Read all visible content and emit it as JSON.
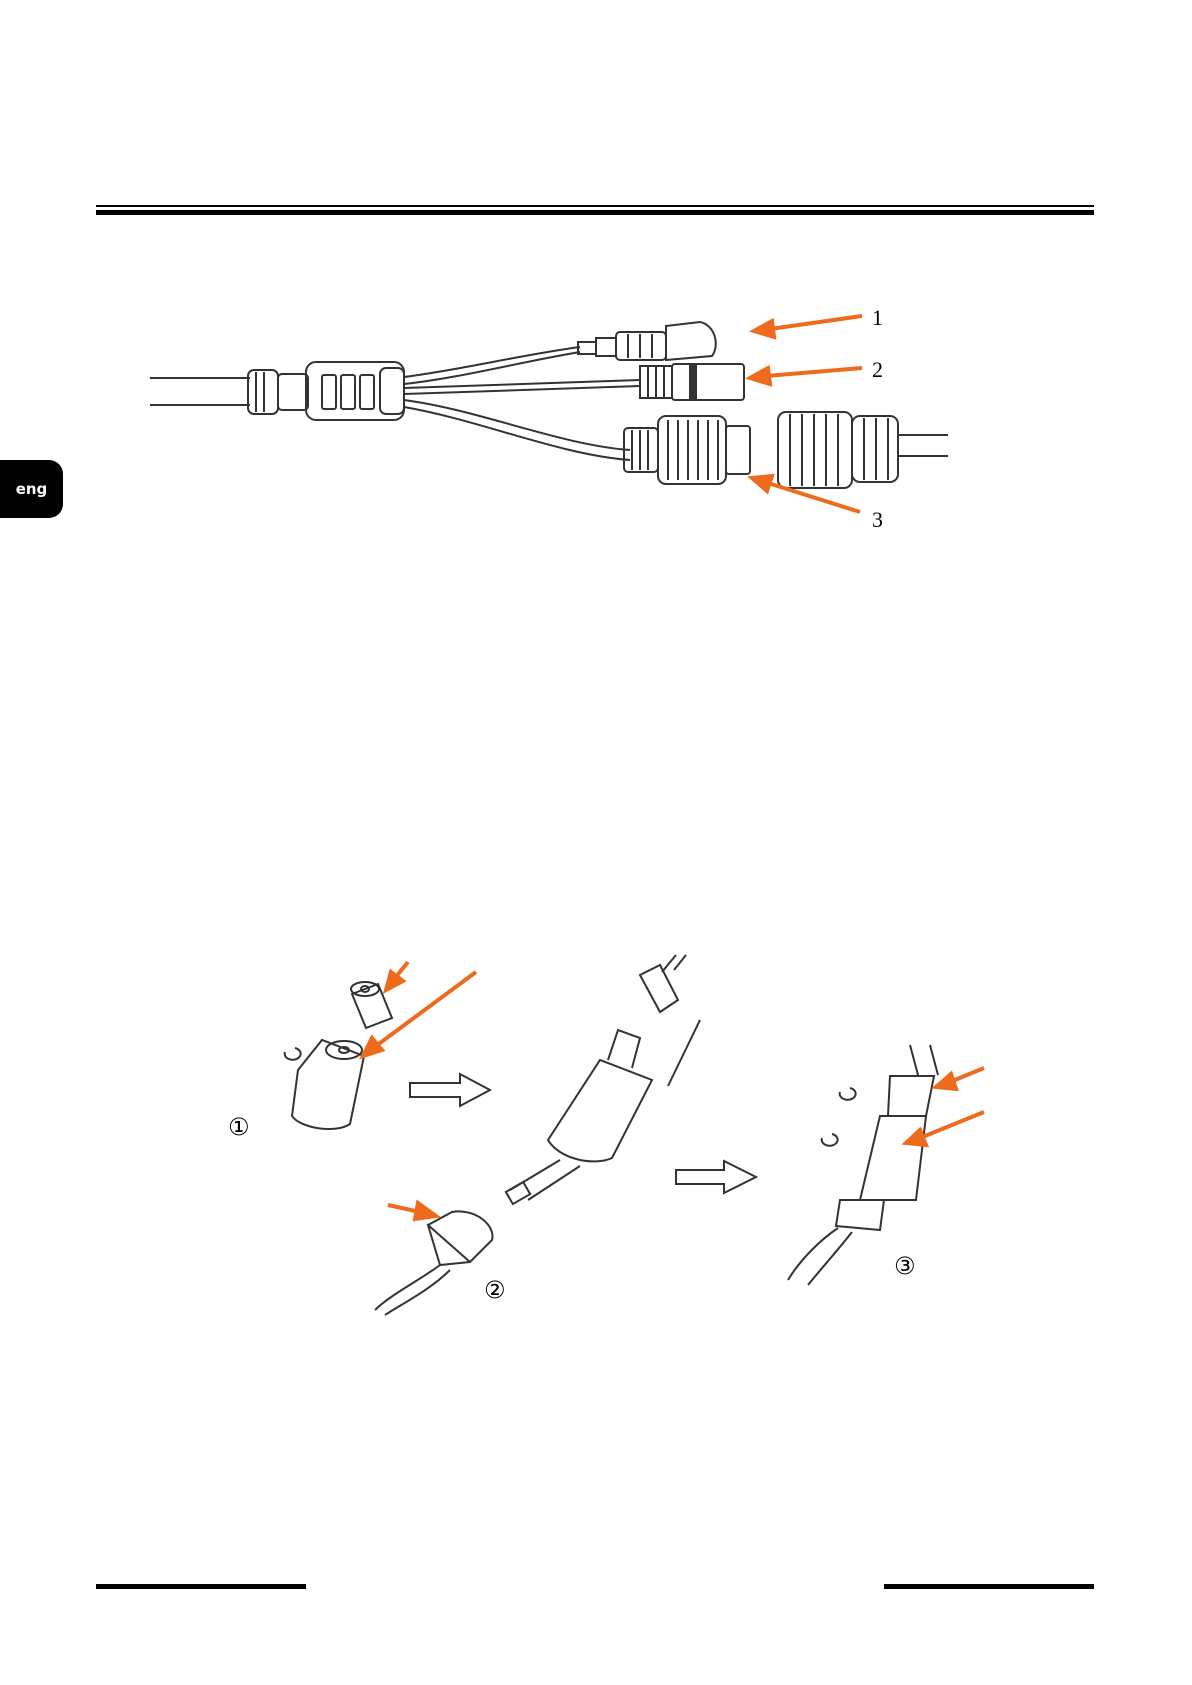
{
  "sidebar": {
    "language_tab": "eng"
  },
  "figure1": {
    "callouts": [
      "1",
      "2",
      "3"
    ],
    "arrow_color": "#ee6a1d"
  },
  "figure2": {
    "steps": [
      "①",
      "②",
      "③"
    ],
    "arrow_color": "#ee6a1d"
  }
}
